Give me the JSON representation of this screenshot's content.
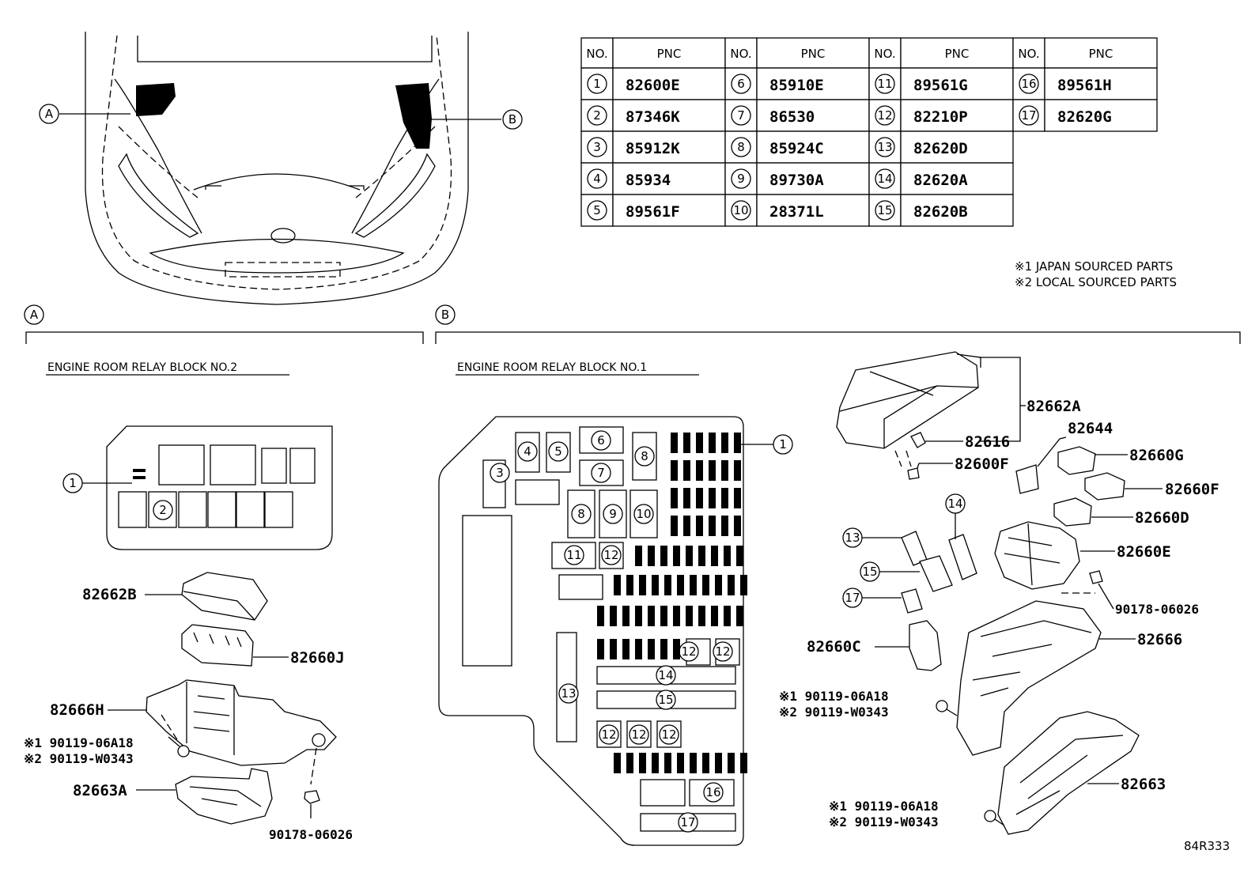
{
  "callouts": {
    "a": "A",
    "b": "B"
  },
  "table": {
    "headers": [
      "NO.",
      "PNC",
      "NO.",
      "PNC",
      "NO.",
      "PNC",
      "NO.",
      "PNC"
    ],
    "rows": [
      [
        [
          "1",
          "82600E"
        ],
        [
          "6",
          "85910E"
        ],
        [
          "11",
          "89561G"
        ],
        [
          "16",
          "89561H"
        ]
      ],
      [
        [
          "2",
          "87346K"
        ],
        [
          "7",
          "86530"
        ],
        [
          "12",
          "82210P"
        ],
        [
          "17",
          "82620G"
        ]
      ],
      [
        [
          "3",
          "85912K"
        ],
        [
          "8",
          "85924C"
        ],
        [
          "13",
          "82620D"
        ],
        null
      ],
      [
        [
          "4",
          "85934"
        ],
        [
          "9",
          "89730A"
        ],
        [
          "14",
          "82620A"
        ],
        null
      ],
      [
        [
          "5",
          "89561F"
        ],
        [
          "10",
          "28371L"
        ],
        [
          "15",
          "82620B"
        ],
        null
      ]
    ]
  },
  "notes": {
    "n1": "※1 JAPAN SOURCED PARTS",
    "n2": "※2 LOCAL SOURCED PARTS"
  },
  "section_a": {
    "title": "ENGINE ROOM RELAY BLOCK NO.2",
    "markers": [
      "1",
      "2"
    ],
    "parts": {
      "cover": "82662B",
      "block": "82660J",
      "bracket": "82666H",
      "bolt_1": "※1 90119-06A18",
      "bolt_2": "※2 90119-W0343",
      "lower_cover": "82663A",
      "clip": "90178-06026"
    }
  },
  "section_b": {
    "title": "ENGINE ROOM RELAY BLOCK NO.1",
    "markers": [
      "1",
      "3",
      "4",
      "5",
      "6",
      "7",
      "8",
      "8",
      "9",
      "10",
      "11",
      "12",
      "12",
      "12",
      "13",
      "14",
      "15",
      "12",
      "12",
      "12",
      "16",
      "17"
    ],
    "parts": {
      "cover": "82662A",
      "p82644": "82644",
      "p82616": "82616",
      "p82600F": "82600F",
      "p82660G": "82660G",
      "p82660F": "82660F",
      "p82660D": "82660D",
      "p82660E": "82660E",
      "clip": "90178-06026",
      "p82666": "82666",
      "p82660C": "82660C",
      "bolt_1": "※1 90119-06A18",
      "bolt_2": "※2 90119-W0343",
      "p82663": "82663",
      "bolt2_1": "※1 90119-06A18",
      "bolt2_2": "※2 90119-W0343"
    },
    "callouts": [
      "13",
      "14",
      "15",
      "17"
    ]
  },
  "diagram_id": "84R333"
}
